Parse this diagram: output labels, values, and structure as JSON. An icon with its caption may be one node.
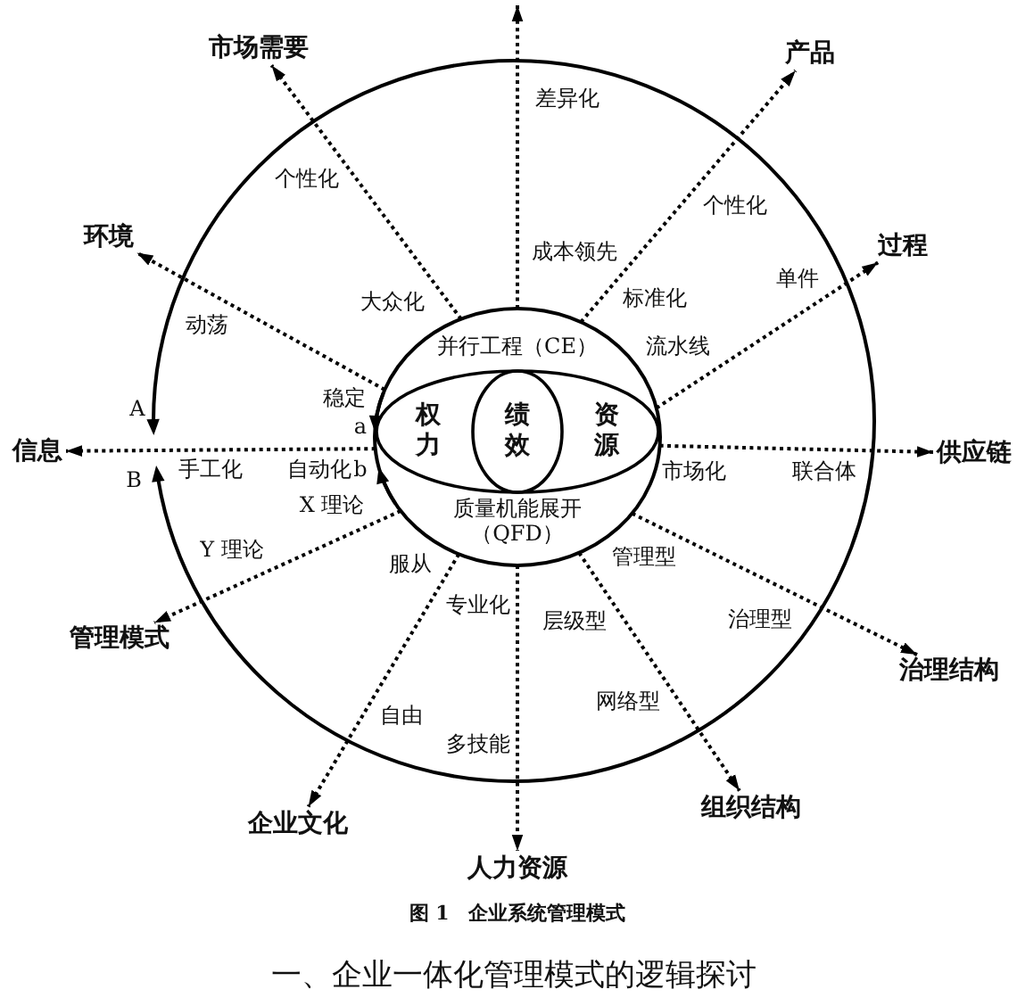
{
  "diagram": {
    "caption": "图 1　企业系统管理模式",
    "nodes": [
      {
        "text": [
          "市场需要"
        ]
      },
      {
        "text": [
          "产品"
        ]
      },
      {
        "text": [
          "环境"
        ]
      },
      {
        "text": [
          "过程"
        ]
      },
      {
        "text": [
          "并行工程（CE）",
          "质量机能展开（QFD）"
        ]
      },
      {
        "text": [
          "权力",
          "资源"
        ],
        "in": 4
      },
      {
        "text": [
          "绩效"
        ],
        "in": 5
      },
      {
        "text": [
          "信息"
        ]
      },
      {
        "text": [
          "供应链"
        ]
      },
      {
        "text": [
          "管理模式"
        ]
      },
      {
        "text": [
          "治理结构"
        ]
      },
      {
        "text": [
          "企业文化"
        ]
      },
      {
        "text": [
          "组织结构"
        ]
      },
      {
        "text": [
          "人力资源"
        ]
      }
    ],
    "edges": [
      {
        "from": 4,
        "to": null,
        "arrow": "to"
      },
      {
        "from": 4,
        "to": 1,
        "arrow": "to"
      },
      {
        "from": 4,
        "to": 3,
        "arrow": "to"
      },
      {
        "from": 4,
        "to": 8,
        "arrow": "to"
      },
      {
        "from": 4,
        "to": 10,
        "arrow": "to"
      },
      {
        "from": 4,
        "to": 12,
        "arrow": "to"
      },
      {
        "from": 4,
        "to": 13,
        "arrow": "to"
      },
      {
        "from": 4,
        "to": 11,
        "arrow": "to"
      },
      {
        "from": 4,
        "to": 9,
        "arrow": "to"
      },
      {
        "from": 4,
        "to": 7,
        "arrow": "to"
      },
      {
        "from": 4,
        "to": 2,
        "arrow": "to"
      },
      {
        "from": 4,
        "to": 0,
        "arrow": "to"
      }
    ],
    "labels": [
      "差异化",
      "个性化",
      "个性化",
      "成本领先",
      "单件",
      "大众化",
      "标准化",
      "动荡",
      "流水线",
      "稳定",
      "A",
      "a",
      "B",
      "手工化",
      "自动化",
      "b",
      "市场化",
      "联合体",
      "X 理论",
      "管理型",
      "服从",
      "Y 理论",
      "专业化",
      "治理型",
      "层级型",
      "网络型",
      "自由",
      "多技能",
      "一、企业一体化管理模式的逻辑探讨"
    ]
  }
}
